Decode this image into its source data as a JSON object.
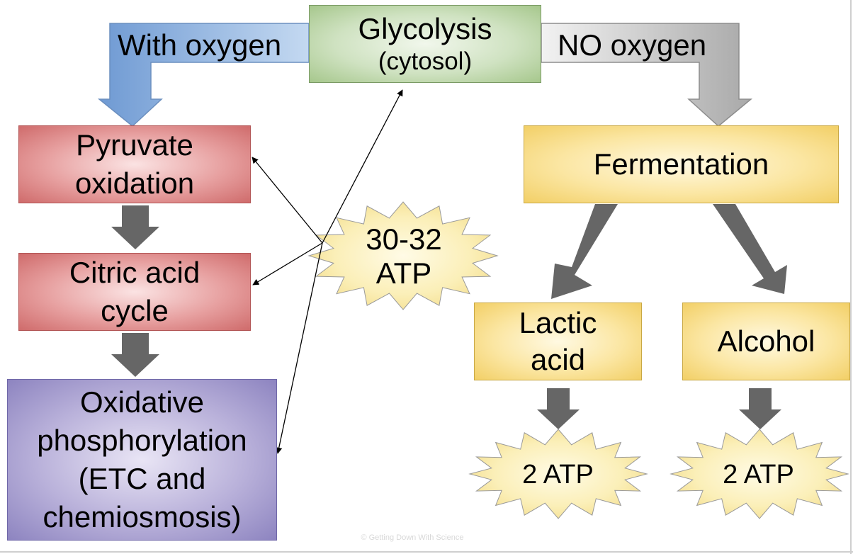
{
  "branches": {
    "with_oxygen": "With oxygen",
    "no_oxygen": "NO oxygen"
  },
  "glycolysis": {
    "line1": "Glycolysis",
    "line2": "(cytosol)"
  },
  "aerobic": {
    "pyruvate": [
      "Pyruvate",
      "oxidation"
    ],
    "citric": [
      "Citric acid",
      "cycle"
    ],
    "oxphos": [
      "Oxidative",
      "phosphorylation",
      "(ETC and",
      "chemiosmosis)"
    ]
  },
  "fermentation": {
    "title": "Fermentation",
    "lactic": [
      "Lactic",
      "acid"
    ],
    "alcohol": "Alcohol"
  },
  "atp": {
    "aerobic": [
      "30-32",
      "ATP"
    ],
    "lactic": "2 ATP",
    "alcohol": "2 ATP"
  },
  "watermark": "© Getting Down With Science",
  "colors": {
    "with_oxygen_arrow": "#8fb3de",
    "no_oxygen_arrow": "#c8c8c8",
    "step_arrow": "#666666",
    "burst_fill": "#fbefb8"
  }
}
